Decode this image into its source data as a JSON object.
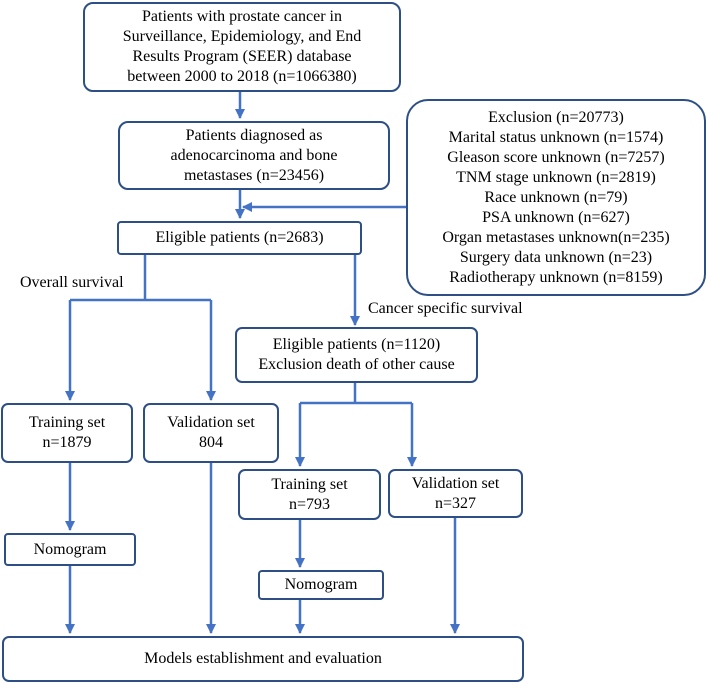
{
  "colors": {
    "box_border": "#2e4f86",
    "arrow": "#4472c4"
  },
  "boxes": {
    "seer": [
      "Patients with prostate cancer in",
      "Surveillance, Epidemiology, and End",
      "Results Program (SEER) database",
      "between 2000 to 2018 (n=1066380)"
    ],
    "diagnosed": [
      "Patients diagnosed as",
      "adenocarcinoma and bone",
      "metastases (n=23456)"
    ],
    "exclusion": [
      "Exclusion (n=20773)",
      "Marital status unknown (n=1574)",
      "Gleason score unknown (n=7257)",
      "TNM stage unknown (n=2819)",
      "Race unknown (n=79)",
      "PSA unknown (n=627)",
      "Organ metastases unknown(n=235)",
      "Surgery data unknown (n=23)",
      "Radiotherapy unknown (n=8159)"
    ],
    "eligible": "Eligible patients (n=2683)",
    "eligible_css": [
      "Eligible patients (n=1120)",
      "Exclusion death of other cause"
    ],
    "os_training": [
      "Training set",
      "n=1879"
    ],
    "os_validation": [
      "Validation set",
      "804"
    ],
    "css_training": [
      "Training set",
      "n=793"
    ],
    "css_validation": [
      "Validation set",
      "n=327"
    ],
    "os_nomogram": "Nomogram",
    "css_nomogram": "Nomogram",
    "models": "Models establishment and evaluation"
  },
  "labels": {
    "overall_survival": "Overall survival",
    "cancer_specific_survival": "Cancer specific survival"
  }
}
